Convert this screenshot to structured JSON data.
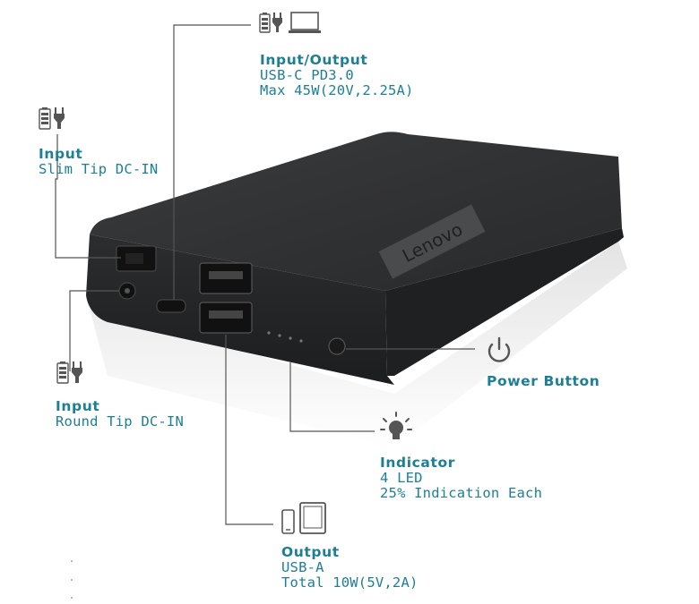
{
  "callouts": [
    {
      "id": "usbc",
      "title": "Input/Output",
      "lines": [
        "USB-C PD3.0",
        "Max 45W(20V,2.25A)"
      ],
      "icons": [
        "battery-icon",
        "plug-icon",
        "laptop-icon"
      ]
    },
    {
      "id": "slim",
      "title": "Input",
      "lines": [
        "Slim Tip DC-IN"
      ],
      "icons": [
        "battery-icon",
        "plug-icon"
      ]
    },
    {
      "id": "round",
      "title": "Input",
      "lines": [
        "Round Tip DC-IN"
      ],
      "icons": [
        "battery-icon",
        "plug-icon"
      ]
    },
    {
      "id": "power",
      "title": "Power Button",
      "lines": [],
      "icons": [
        "power-icon"
      ]
    },
    {
      "id": "indicator",
      "title": "Indicator",
      "lines": [
        "4 LED",
        "25% Indication Each"
      ],
      "icons": [
        "lightbulb-icon"
      ]
    },
    {
      "id": "output",
      "title": "Output",
      "lines": [
        "USB-A",
        "Total 10W(5V,2A)"
      ],
      "icons": [
        "phone-icon",
        "tablet-icon"
      ]
    }
  ],
  "device": {
    "brand": "Lenovo",
    "body_color": "#2a2b2d",
    "logo_bg": "#4a4b4d"
  },
  "colors": {
    "accent": "#1d7f95",
    "line": "#555555"
  }
}
